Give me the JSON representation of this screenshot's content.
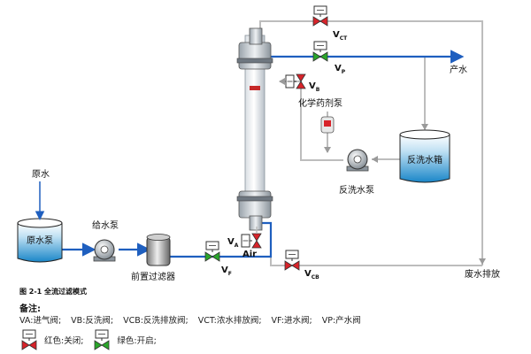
{
  "labels": {
    "raw_water": "原水",
    "raw_water_pump": "原水泵",
    "feed_pump": "给水泵",
    "prefilter": "前置过滤器",
    "chem_pump": "化学药剂泵",
    "backwash_tank": "反洗水箱",
    "backwash_pump": "反洗水泵",
    "product_water": "产水",
    "waste_drain": "废水排放",
    "air": "Air"
  },
  "valves": {
    "ct": {
      "letter": "V",
      "sub": "CT",
      "state": "closed"
    },
    "p": {
      "letter": "V",
      "sub": "P",
      "state": "open"
    },
    "b": {
      "letter": "V",
      "sub": "B",
      "state": "closed"
    },
    "a": {
      "letter": "V",
      "sub": "A",
      "state": "closed"
    },
    "f": {
      "letter": "V",
      "sub": "F",
      "state": "open"
    },
    "cb": {
      "letter": "V",
      "sub": "CB",
      "state": "closed"
    }
  },
  "caption": "图 2-1  全流过滤模式",
  "notes": {
    "title": "备注:",
    "items": [
      {
        "sym": "VA:",
        "desc": "进气阀;"
      },
      {
        "sym": "VB:",
        "desc": "反洗阀;"
      },
      {
        "sym": "VCB:",
        "desc": "反洗排放阀;"
      },
      {
        "sym": "VCT:",
        "desc": "浓水排放阀;"
      },
      {
        "sym": "VF:",
        "desc": "进水阀;"
      },
      {
        "sym": "VP:",
        "desc": "产水阀"
      }
    ]
  },
  "legend": {
    "red_label": "红色:关闭;",
    "green_label": "绿色:开启;"
  },
  "colors": {
    "flow_blue": "#1f5fbf",
    "idle_gray": "#bdbdbd",
    "valve_closed": "#d8232a",
    "valve_open": "#2aa62a",
    "tank_top": "#ffffff",
    "tank_bottom": "#1a86c8"
  }
}
